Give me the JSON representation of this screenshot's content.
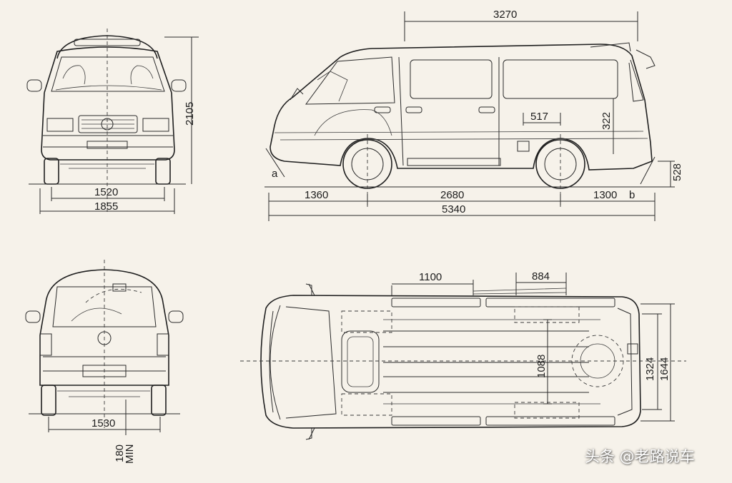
{
  "dimensions": {
    "front_height": "2105",
    "front_track": "1520",
    "front_width": "1855",
    "rear_track": "1530",
    "ground_clearance": "180",
    "ground_clearance_suffix": "MIN",
    "side_roof_length": "3270",
    "side_window_gap": "517",
    "side_window_height": "322",
    "side_step_height": "528",
    "front_overhang": "1360",
    "wheelbase": "2680",
    "rear_overhang": "1300",
    "overall_length": "5340",
    "roof_rail_front": "1100",
    "roof_rail_rear": "884",
    "cargo_width": "1088",
    "inner_width": "1324",
    "body_width": "1644"
  },
  "angle_labels": {
    "approach": "a",
    "departure": "b"
  },
  "watermark": "头条 @老路说车"
}
